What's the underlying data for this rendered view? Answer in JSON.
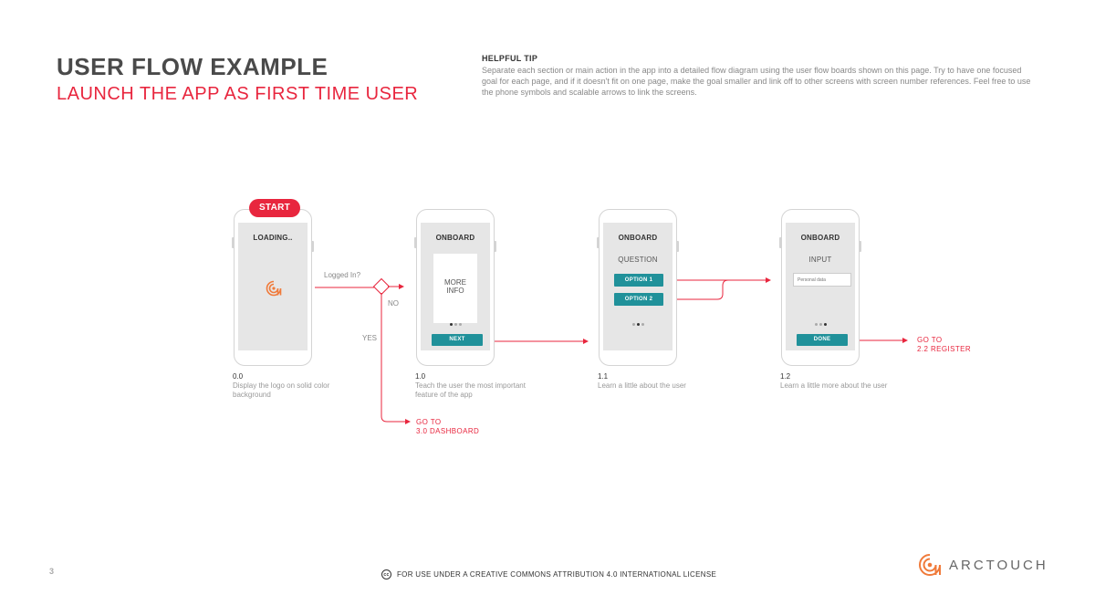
{
  "header": {
    "title": "USER FLOW EXAMPLE",
    "subtitle": "LAUNCH THE APP AS FIRST TIME USER"
  },
  "tip": {
    "title": "HELPFUL TIP",
    "body": "Separate each section or main action in the app into a detailed flow diagram using the user flow boards shown on this page. Try to have one focused goal for each page, and if it doesn't fit on one page, make the goal smaller and link off to other screens with screen number references. Feel free to use the phone symbols and scalable arrows to link the screens."
  },
  "flow": {
    "start_label": "START",
    "decision_label": "Logged In?",
    "no_label": "NO",
    "yes_label": "YES",
    "goto_dashboard": [
      "GO TO",
      "3.0 DASHBOARD"
    ],
    "goto_register": [
      "GO TO",
      "2.2 REGISTER"
    ]
  },
  "screens": [
    {
      "number": "0.0",
      "title": "LOADING..",
      "caption": "Display the logo on solid color background"
    },
    {
      "number": "1.0",
      "title": "ONBOARD",
      "card_text": [
        "MORE",
        "INFO"
      ],
      "button": "NEXT",
      "caption": "Teach the user the most important feature of the app"
    },
    {
      "number": "1.1",
      "title": "ONBOARD",
      "subtitle": "QUESTION",
      "options": [
        "OPTION 1",
        "OPTION 2"
      ],
      "caption": "Learn a little about the user"
    },
    {
      "number": "1.2",
      "title": "ONBOARD",
      "subtitle": "INPUT",
      "input_placeholder": "Personal data",
      "button": "DONE",
      "caption": "Learn a little more about the user"
    }
  ],
  "footer": {
    "page_number": "3",
    "cc_icon": "cc",
    "license": "FOR USE UNDER A CREATIVE COMMONS ATTRIBUTION 4.0 INTERNATIONAL LICENSE",
    "brand": "ARCTOUCH"
  },
  "colors": {
    "accent": "#e8263e",
    "teal": "#20919a",
    "logo_orange": "#f07a3a",
    "screen_bg": "#e6e6e6"
  }
}
